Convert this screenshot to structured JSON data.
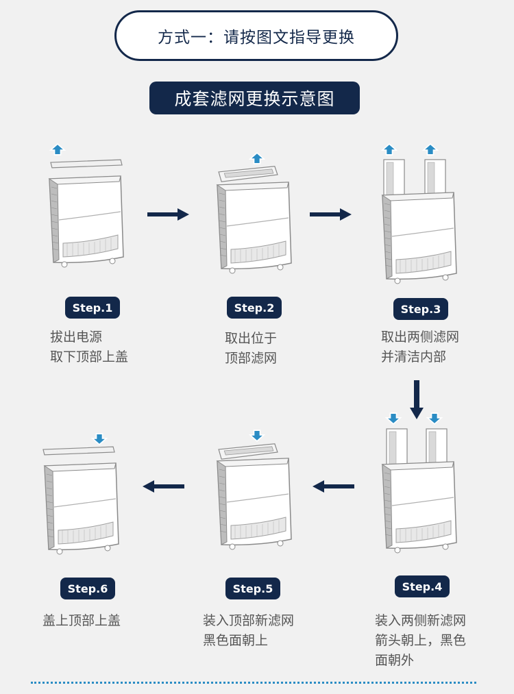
{
  "header": {
    "method_label": "方式一：请按图文指导更换",
    "title": "成套滤网更换示意图"
  },
  "colors": {
    "navy": "#13284a",
    "arrow_blue": "#2a8cc4",
    "background": "#f1f1f1"
  },
  "steps": [
    {
      "badge": "Step.1",
      "line1": "拔出电源",
      "line2": "取下顶部上盖",
      "line3": ""
    },
    {
      "badge": "Step.2",
      "line1": "取出位于",
      "line2": "顶部滤网",
      "line3": ""
    },
    {
      "badge": "Step.3",
      "line1": "取出两侧滤网",
      "line2": "并清洁内部",
      "line3": ""
    },
    {
      "badge": "Step.4",
      "line1": "装入两侧新滤网",
      "line2": "箭头朝上，黑色",
      "line3": "面朝外"
    },
    {
      "badge": "Step.5",
      "line1": "装入顶部新滤网",
      "line2": "黑色面朝上",
      "line3": ""
    },
    {
      "badge": "Step.6",
      "line1": "盖上顶部上盖",
      "line2": "",
      "line3": ""
    }
  ]
}
